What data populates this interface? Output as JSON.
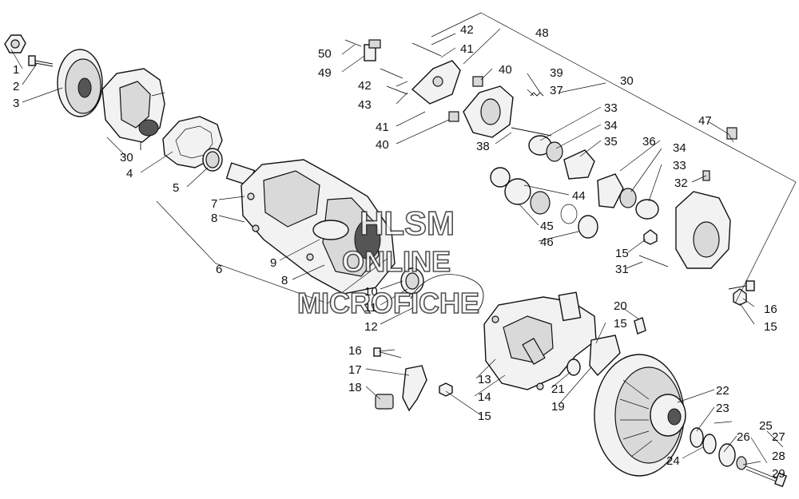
{
  "watermark": {
    "line1": "HLSM",
    "line2": "ONLINE",
    "line3": "MICROFICHE"
  },
  "callouts": {
    "c1": "1",
    "c2": "2",
    "c3": "3",
    "c4": "4",
    "c5": "5",
    "c6": "6",
    "c7": "7",
    "c8a": "8",
    "c8b": "8",
    "c9": "9",
    "c10": "10",
    "c11": "11",
    "c12": "12",
    "c13": "13",
    "c14": "14",
    "c15a": "15",
    "c15b": "15",
    "c15c": "15",
    "c15d": "15",
    "c16a": "16",
    "c16b": "16",
    "c17": "17",
    "c18": "18",
    "c19": "19",
    "c20": "20",
    "c21": "21",
    "c22": "22",
    "c23": "23",
    "c24": "24",
    "c25": "25",
    "c26": "26",
    "c27": "27",
    "c28": "28",
    "c29": "29",
    "c30a": "30",
    "c30b": "30",
    "c31": "31",
    "c32": "32",
    "c33a": "33",
    "c33b": "33",
    "c34a": "34",
    "c34b": "34",
    "c35": "35",
    "c36": "36",
    "c37": "37",
    "c38": "38",
    "c39": "39",
    "c40a": "40",
    "c40b": "40",
    "c41a": "41",
    "c41b": "41",
    "c42a": "42",
    "c42b": "42",
    "c43": "43",
    "c44": "44",
    "c45": "45",
    "c46": "46",
    "c47": "47",
    "c48": "48",
    "c49": "49",
    "c50": "50"
  }
}
